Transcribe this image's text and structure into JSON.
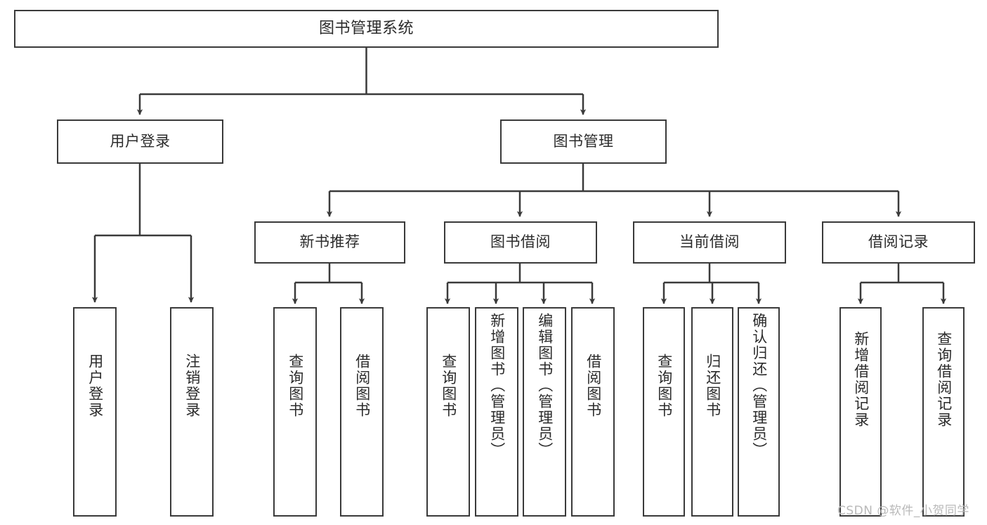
{
  "diagram": {
    "title": "图书管理系统",
    "type": "tree-hierarchy-chart",
    "root": {
      "id": "root",
      "label": "图书管理系统"
    },
    "level1": [
      {
        "id": "user-login",
        "label": "用户登录"
      },
      {
        "id": "book-management",
        "label": "图书管理"
      }
    ],
    "level2": [
      {
        "id": "new-book-recommend",
        "label": "新书推荐",
        "parent": "book-management"
      },
      {
        "id": "book-borrow",
        "label": "图书借阅",
        "parent": "book-management"
      },
      {
        "id": "current-borrow",
        "label": "当前借阅",
        "parent": "book-management"
      },
      {
        "id": "borrow-record",
        "label": "借阅记录",
        "parent": "book-management"
      }
    ],
    "leaves": [
      {
        "id": "leaf-user-login",
        "label": "用户登录",
        "parent": "user-login"
      },
      {
        "id": "leaf-logout-login",
        "label": "注销登录",
        "parent": "user-login"
      },
      {
        "id": "leaf-query-book-1",
        "label": "查询图书",
        "parent": "new-book-recommend"
      },
      {
        "id": "leaf-borrow-book-1",
        "label": "借阅图书",
        "parent": "new-book-recommend"
      },
      {
        "id": "leaf-query-book-2",
        "label": "查询图书",
        "parent": "book-borrow"
      },
      {
        "id": "leaf-add-book",
        "label": "新增图书（管理员）",
        "parent": "book-borrow"
      },
      {
        "id": "leaf-edit-book",
        "label": "编辑图书（管理员）",
        "parent": "book-borrow"
      },
      {
        "id": "leaf-borrow-book-2",
        "label": "借阅图书",
        "parent": "book-borrow"
      },
      {
        "id": "leaf-query-book-3",
        "label": "查询图书",
        "parent": "current-borrow"
      },
      {
        "id": "leaf-return-book",
        "label": "归还图书",
        "parent": "current-borrow"
      },
      {
        "id": "leaf-confirm-return",
        "label": "确认归还（管理员）",
        "parent": "current-borrow"
      },
      {
        "id": "leaf-add-borrow-record",
        "label": "新增借阅记录",
        "parent": "borrow-record"
      },
      {
        "id": "leaf-query-borrow-record",
        "label": "查询借阅记录",
        "parent": "borrow-record"
      }
    ],
    "watermark": "CSDN @软件_小贺同学",
    "colors": {
      "stroke": "#3a3a3a",
      "text": "#2b2b2b",
      "background": "#ffffff",
      "watermark": "#b9b9b9"
    }
  }
}
